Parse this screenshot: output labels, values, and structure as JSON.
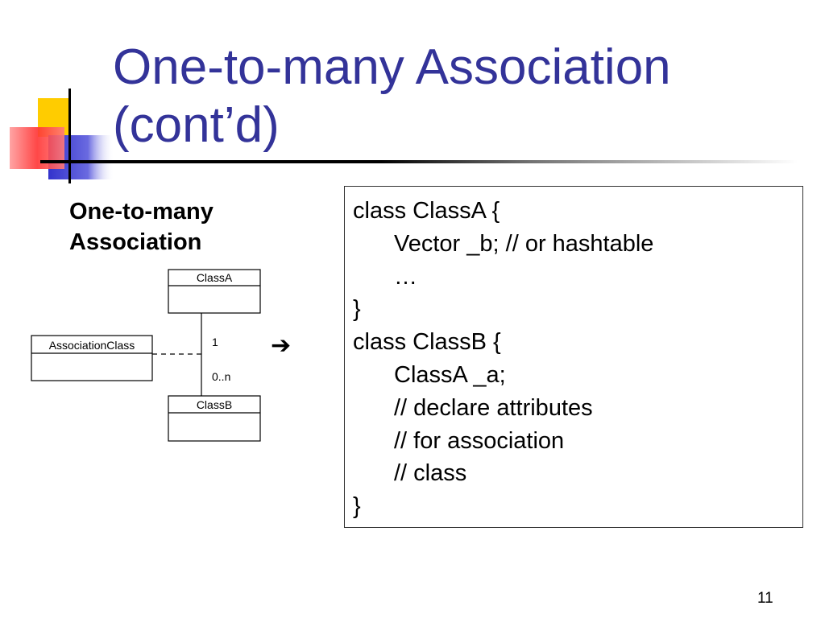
{
  "slide": {
    "title_lines": [
      "One-to-many Association",
      "(cont’d)"
    ],
    "subheading_lines": [
      "One-to-many",
      "Association"
    ],
    "page_number": "11"
  },
  "uml": {
    "class_a": "ClassA",
    "class_b": "ClassB",
    "association_class": "AssociationClass",
    "multiplicity_top": "1",
    "multiplicity_bottom": "0..n"
  },
  "arrow": "➔",
  "code_lines": [
    "class ClassA {",
    "Vector _b; // or hashtable",
    "…",
    "}",
    "class ClassB {",
    "ClassA _a;",
    "// declare attributes",
    "// for association",
    "// class",
    "}"
  ],
  "colors": {
    "title": "#333399",
    "deco_yellow": "#FFCC00",
    "deco_blue": "#3333CC",
    "deco_red": "#FF3333"
  }
}
